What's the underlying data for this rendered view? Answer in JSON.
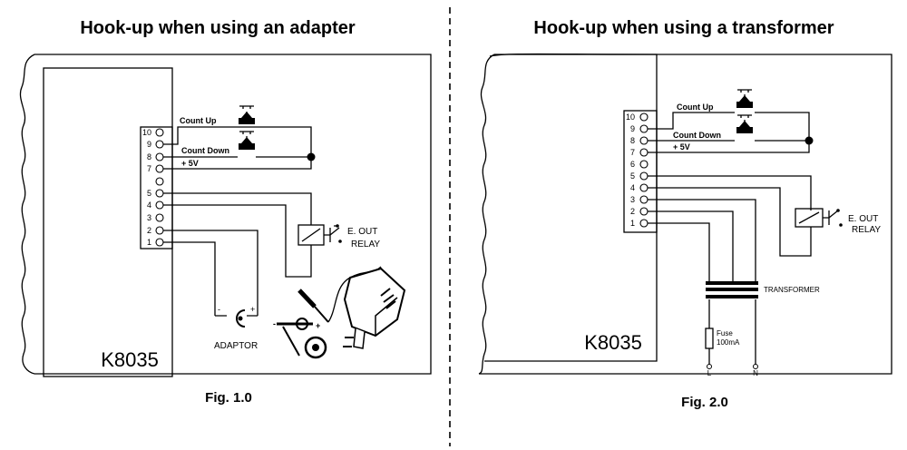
{
  "left": {
    "title": "Hook-up when using an adapter",
    "caption": "Fig. 1.0",
    "board": "K8035",
    "pins": [
      "10",
      "9",
      "8",
      "7",
      "5",
      "4",
      "3",
      "2",
      "1"
    ],
    "count_up": "Count Up",
    "count_down": "Count Down",
    "plus5v": "+ 5V",
    "relay_label_1": "E. OUT",
    "relay_label_2": "RELAY",
    "adaptor": "ADAPTOR",
    "minus": "-",
    "plus": "+"
  },
  "right": {
    "title": "Hook-up when using a transformer",
    "caption": "Fig. 2.0",
    "board": "K8035",
    "pins": [
      "10",
      "9",
      "8",
      "7",
      "6",
      "5",
      "4",
      "3",
      "2",
      "1"
    ],
    "count_up": "Count Up",
    "count_down": "Count Down",
    "plus5v": "+ 5V",
    "relay_label_1": "E. OUT",
    "relay_label_2": "RELAY",
    "transformer": "TRANSFORMER",
    "fuse_1": "Fuse",
    "fuse_2": "100mA",
    "L": "L",
    "N": "N"
  }
}
